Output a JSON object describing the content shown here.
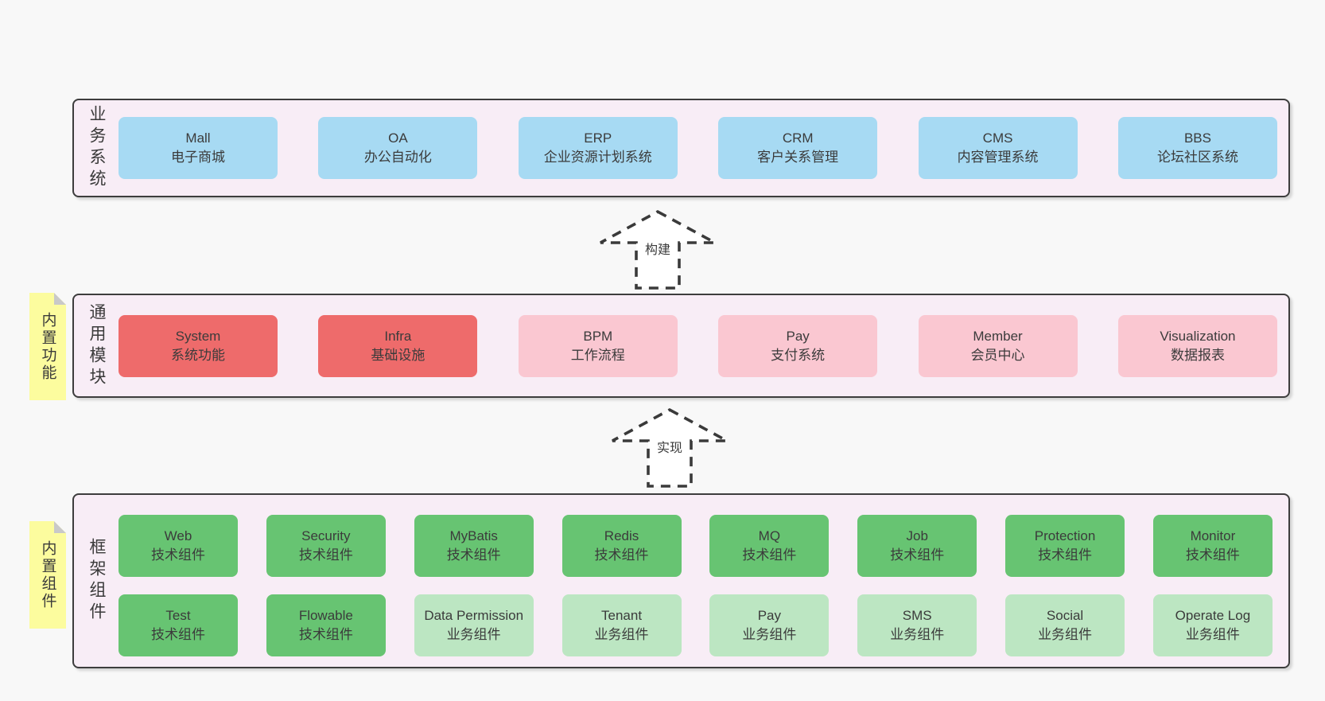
{
  "colors": {
    "background": "#f8f8f8",
    "layer_fill": "#f8edf6",
    "layer_border": "#3d3d3d",
    "business_box": "#a7daf3",
    "core_module_box": "#ee6b6b",
    "optional_module_box": "#fac7d1",
    "tech_component_box": "#67c472",
    "biz_component_box": "#bce6c2",
    "sticky_note": "#fcfc9e"
  },
  "layers": [
    {
      "label": "业务系统",
      "items": [
        {
          "en": "Mall",
          "zh": "电子商城",
          "variant": "blue"
        },
        {
          "en": "OA",
          "zh": "办公自动化",
          "variant": "blue"
        },
        {
          "en": "ERP",
          "zh": "企业资源计划系统",
          "variant": "blue"
        },
        {
          "en": "CRM",
          "zh": "客户关系管理",
          "variant": "blue"
        },
        {
          "en": "CMS",
          "zh": "内容管理系统",
          "variant": "blue"
        },
        {
          "en": "BBS",
          "zh": "论坛社区系统",
          "variant": "blue"
        }
      ]
    },
    {
      "label": "通用模块",
      "sticky": "内置功能",
      "items": [
        {
          "en": "System",
          "zh": "系统功能",
          "variant": "red"
        },
        {
          "en": "Infra",
          "zh": "基础设施",
          "variant": "red"
        },
        {
          "en": "BPM",
          "zh": "工作流程",
          "variant": "pink"
        },
        {
          "en": "Pay",
          "zh": "支付系统",
          "variant": "pink"
        },
        {
          "en": "Member",
          "zh": "会员中心",
          "variant": "pink"
        },
        {
          "en": "Visualization",
          "zh": "数据报表",
          "variant": "pink"
        }
      ]
    },
    {
      "label": "框架组件",
      "sticky": "内置组件",
      "rows": [
        [
          {
            "en": "Web",
            "zh": "技术组件",
            "variant": "green"
          },
          {
            "en": "Security",
            "zh": "技术组件",
            "variant": "green"
          },
          {
            "en": "MyBatis",
            "zh": "技术组件",
            "variant": "green"
          },
          {
            "en": "Redis",
            "zh": "技术组件",
            "variant": "green"
          },
          {
            "en": "MQ",
            "zh": "技术组件",
            "variant": "green"
          },
          {
            "en": "Job",
            "zh": "技术组件",
            "variant": "green"
          },
          {
            "en": "Protection",
            "zh": "技术组件",
            "variant": "green"
          },
          {
            "en": "Monitor",
            "zh": "技术组件",
            "variant": "green"
          }
        ],
        [
          {
            "en": "Test",
            "zh": "技术组件",
            "variant": "green"
          },
          {
            "en": "Flowable",
            "zh": "技术组件",
            "variant": "green"
          },
          {
            "en": "Data Permission",
            "zh": "业务组件",
            "variant": "lgreen"
          },
          {
            "en": "Tenant",
            "zh": "业务组件",
            "variant": "lgreen"
          },
          {
            "en": "Pay",
            "zh": "业务组件",
            "variant": "lgreen"
          },
          {
            "en": "SMS",
            "zh": "业务组件",
            "variant": "lgreen"
          },
          {
            "en": "Social",
            "zh": "业务组件",
            "variant": "lgreen"
          },
          {
            "en": "Operate Log",
            "zh": "业务组件",
            "variant": "lgreen"
          }
        ]
      ]
    }
  ],
  "arrows": [
    {
      "label": "构建"
    },
    {
      "label": "实现"
    }
  ]
}
